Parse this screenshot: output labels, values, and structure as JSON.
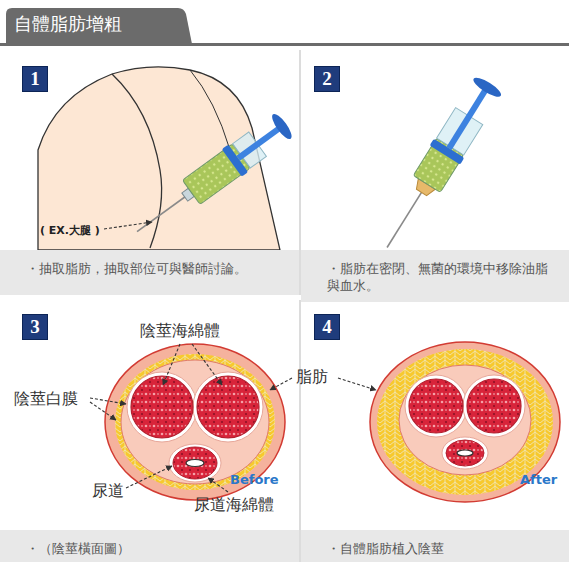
{
  "diagram": {
    "title": "自體脂肪增粗",
    "nodes": [
      {
        "text": [
          "1"
        ]
      },
      {
        "text": [
          "2"
        ]
      },
      {
        "text": [
          "・抽取脂肪，抽取部位可與醫師討論。"
        ]
      },
      {
        "text": [
          "・脂肪在密閉、無菌的環境中移除油脂與血水。"
        ]
      },
      {
        "text": [
          "3"
        ]
      },
      {
        "text": [
          "4"
        ]
      },
      {
        "text": [
          "・（陰莖橫面圖）"
        ]
      },
      {
        "text": [
          "・自體脂肪植入陰莖"
        ]
      }
    ],
    "labels": [
      "( EX.大腿 )",
      "陰莖海綿體",
      "陰莖白膜",
      "脂肪",
      "尿道",
      "尿道海綿體",
      "Before",
      "After"
    ]
  }
}
